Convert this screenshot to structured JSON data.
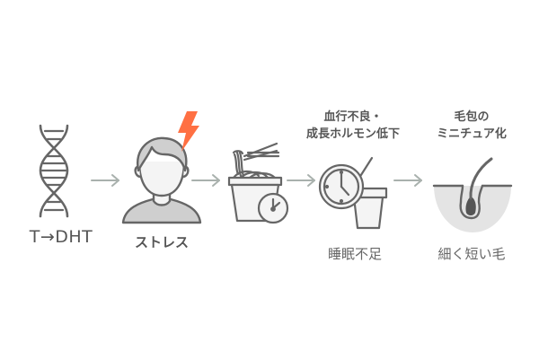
{
  "diagram": {
    "type": "process-flow",
    "colors": {
      "stroke": "#666666",
      "fill_light": "#f4f4f4",
      "fill_gray": "#cfcfcf",
      "fill_follicle": "#e4e4e4",
      "arrow": "#a9b1ad",
      "accent_lightning": "#ff7043"
    },
    "steps": [
      {
        "id": "dht",
        "icon": "dna-icon",
        "label": "T→DHT",
        "top_label": null
      },
      {
        "id": "stress",
        "icon": "stressed-person-icon",
        "accent_icon": "lightning-icon",
        "label": "ストレス",
        "top_label": null
      },
      {
        "id": "diet",
        "icon": "instant-noodles-clock-icon",
        "label": null,
        "top_label": null
      },
      {
        "id": "sleep",
        "icon": "clock-cup-icon",
        "label": "睡眠不足",
        "top_label": [
          "血行不良・",
          "成長ホルモン低下"
        ]
      },
      {
        "id": "follicle",
        "icon": "hair-follicle-icon",
        "label": "細く短い毛",
        "top_label": [
          "毛包の",
          "ミニチュア化"
        ]
      }
    ],
    "arrows": [
      {
        "from": "dht",
        "to": "stress",
        "icon": "arrow-right-icon"
      },
      {
        "from": "stress",
        "to": "diet",
        "icon": "arrow-right-icon"
      },
      {
        "from": "diet",
        "to": "sleep",
        "icon": "arrow-right-icon"
      },
      {
        "from": "sleep",
        "to": "follicle",
        "icon": "arrow-right-icon"
      }
    ]
  }
}
